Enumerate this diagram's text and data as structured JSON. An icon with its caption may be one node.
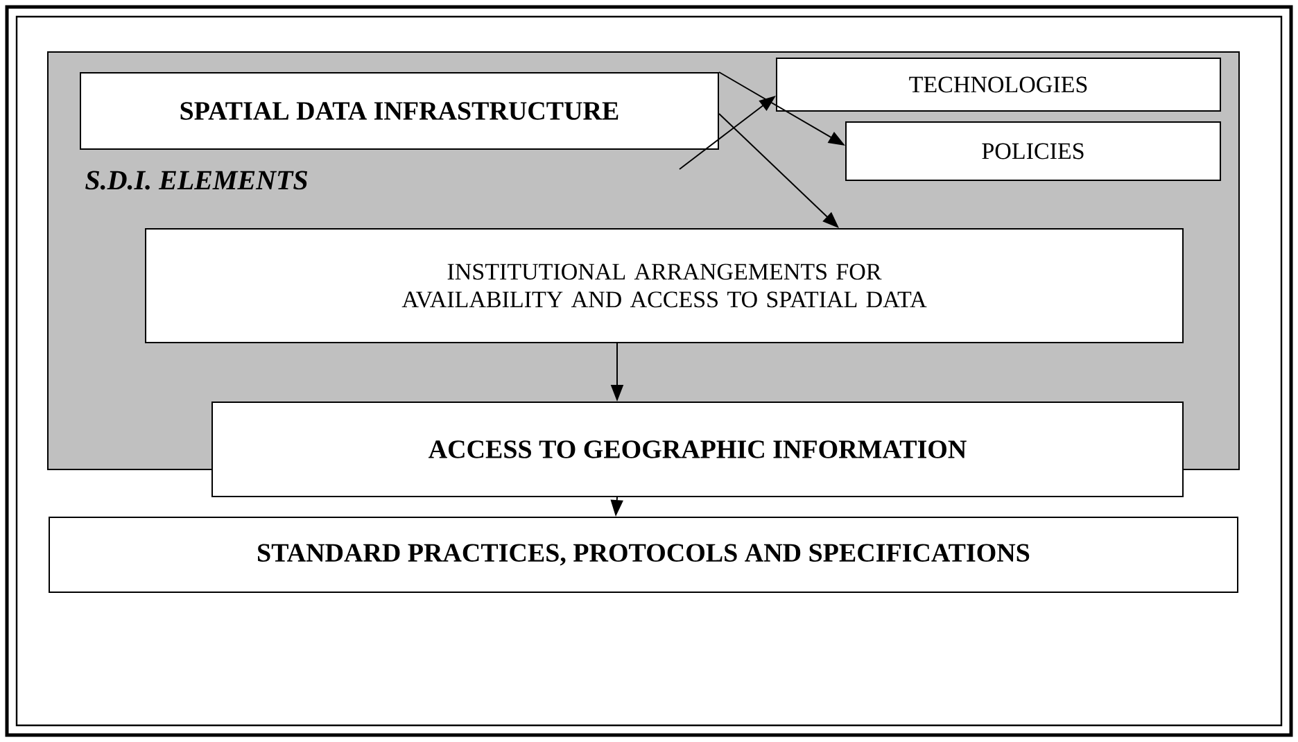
{
  "diagram": {
    "nodes": [
      {
        "text": [
          "S.D.I. ELEMENTS"
        ]
      },
      {
        "text": [
          "SPATIAL DATA INFRASTRUCTURE"
        ],
        "in": 0
      },
      {
        "text": [
          "TECHNOLOGIES"
        ],
        "in": 0
      },
      {
        "text": [
          "POLICIES"
        ],
        "in": 0
      },
      {
        "text": [
          "INSTITUTIONAL ARRANGEMENTS FOR AVAILABILITY AND ACCESS TO SPATIAL DATA"
        ],
        "in": 0
      },
      {
        "text": [
          "ACCESS TO GEOGRAPHIC INFORMATION"
        ]
      },
      {
        "text": [
          "STANDARD PRACTICES, PROTOCOLS AND SPECIFICATIONS"
        ]
      }
    ],
    "edges": [
      {
        "from": 1,
        "to": 3,
        "arrow": "to"
      },
      {
        "from": null,
        "to": 2,
        "arrow": "to"
      },
      {
        "from": 1,
        "to": 4,
        "arrow": "to"
      },
      {
        "from": 4,
        "to": 5,
        "arrow": "to"
      },
      {
        "from": 5,
        "to": 6,
        "arrow": "to"
      }
    ]
  }
}
